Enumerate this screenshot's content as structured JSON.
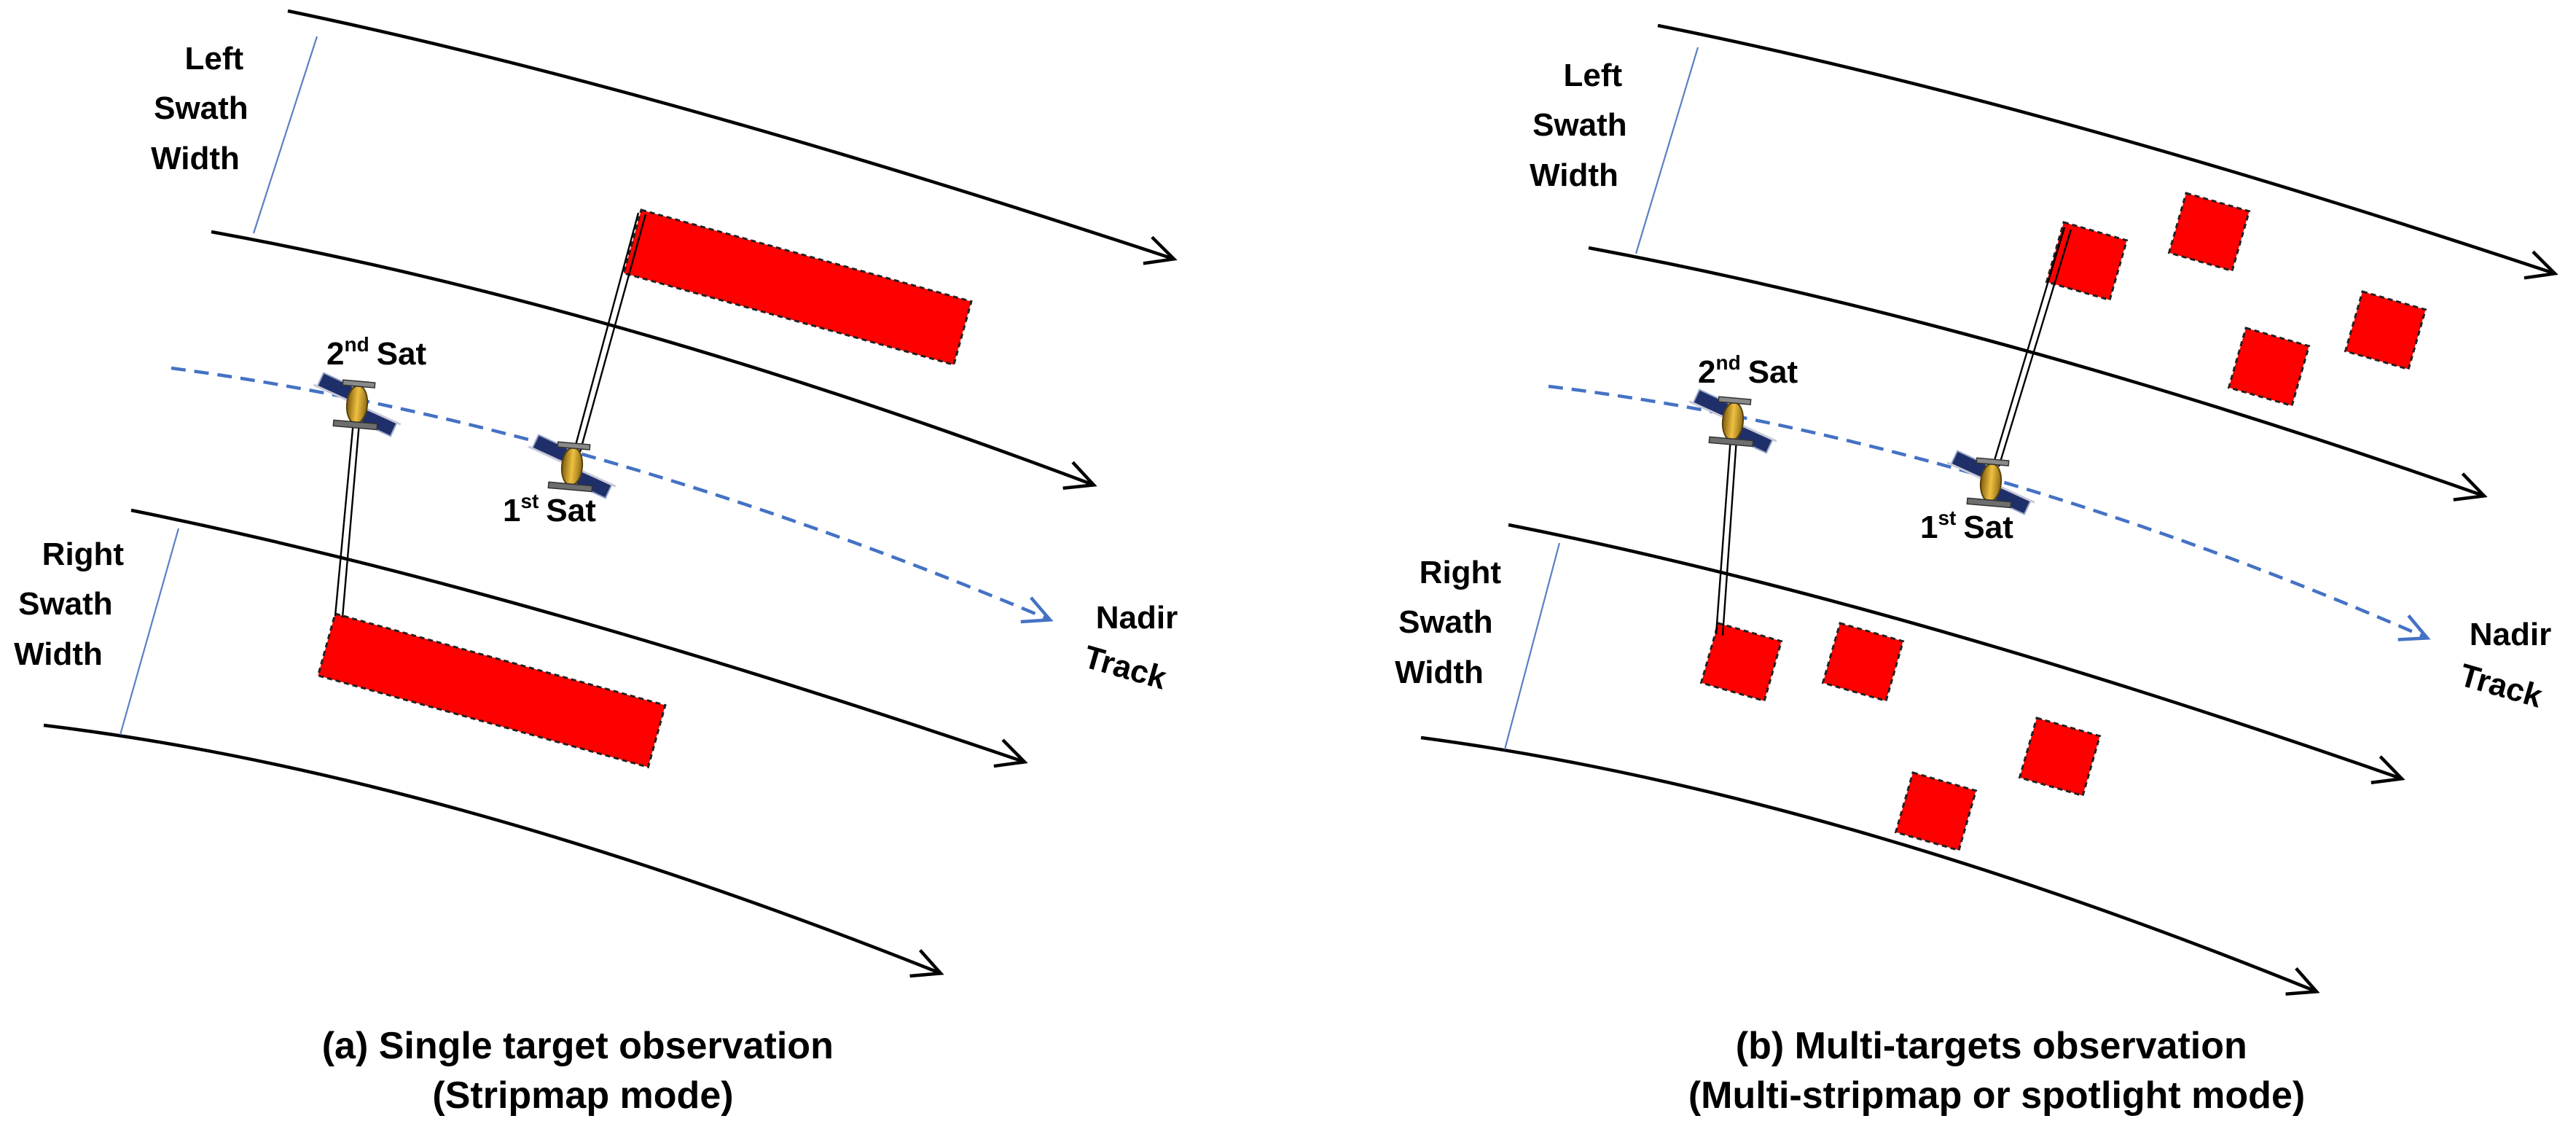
{
  "panels": [
    {
      "id": "a",
      "labels": {
        "left_swath": [
          "Left",
          "Swath",
          "Width"
        ],
        "right_swath": [
          "Right",
          "Swath",
          "Width"
        ],
        "second_sat": {
          "num": "2",
          "sup": "nd",
          "word": "Sat"
        },
        "first_sat": {
          "num": "1",
          "sup": "st",
          "word": "Sat"
        },
        "nadir": [
          "Nadir",
          "Track"
        ]
      },
      "caption": [
        "(a) Single target observation",
        "(Stripmap mode)"
      ]
    },
    {
      "id": "b",
      "labels": {
        "left_swath": [
          "Left",
          "Swath",
          "Width"
        ],
        "right_swath": [
          "Right",
          "Swath",
          "Width"
        ],
        "second_sat": {
          "num": "2",
          "sup": "nd",
          "word": "Sat"
        },
        "first_sat": {
          "num": "1",
          "sup": "st",
          "word": "Sat"
        },
        "nadir": [
          "Nadir",
          "Track"
        ]
      },
      "caption": [
        "(b) Multi-targets observation",
        "(Multi-stripmap or spotlight mode)"
      ]
    }
  ],
  "colors": {
    "target_fill": "#ff0000",
    "nadir_track": "#4472c4",
    "swath_indicator": "#5b7fc4",
    "lines": "#000000"
  },
  "icons": {
    "satellite": "satellite-icon"
  }
}
